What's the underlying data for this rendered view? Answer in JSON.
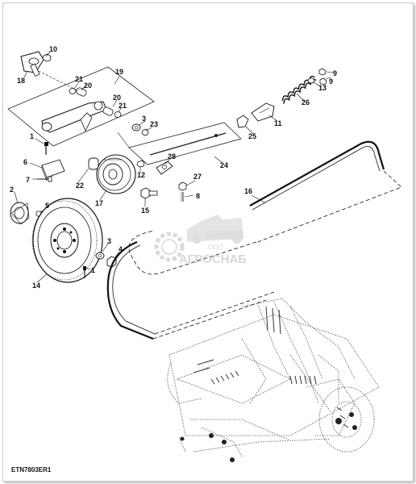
{
  "figure": {
    "reference_code": "ETN7803ER1",
    "watermark": {
      "small": "ООО",
      "brand": "АГРОСНАБ"
    }
  },
  "callouts": [
    {
      "label": "1",
      "part": "screw-1"
    },
    {
      "label": "2",
      "part": "hub-2"
    },
    {
      "label": "3",
      "part": "washer-3"
    },
    {
      "label": "4",
      "part": "bushing-4"
    },
    {
      "label": "5",
      "part": "spring-pin-5"
    },
    {
      "label": "6",
      "part": "bracket-6"
    },
    {
      "label": "7",
      "part": "screw-7"
    },
    {
      "label": "8",
      "part": "pin-8"
    },
    {
      "label": "9",
      "part": "nut-9"
    },
    {
      "label": "10",
      "part": "nut-10"
    },
    {
      "label": "11",
      "part": "rod-end-11"
    },
    {
      "label": "12",
      "part": "nut-12"
    },
    {
      "label": "13",
      "part": "washer-13"
    },
    {
      "label": "14",
      "part": "pulley-14"
    },
    {
      "label": "15",
      "part": "bolt-15"
    },
    {
      "label": "16",
      "part": "belt-16"
    },
    {
      "label": "17",
      "part": "idler-pulley-17"
    },
    {
      "label": "18",
      "part": "pivot-bracket-18"
    },
    {
      "label": "19",
      "part": "idler-arm-assembly-19"
    },
    {
      "label": "20",
      "part": "bushing-20"
    },
    {
      "label": "21",
      "part": "bushing-21"
    },
    {
      "label": "22",
      "part": "spacer-22"
    },
    {
      "label": "23",
      "part": "nut-23"
    },
    {
      "label": "24",
      "part": "rod-24"
    },
    {
      "label": "25",
      "part": "bushing-25"
    },
    {
      "label": "26",
      "part": "spring-26"
    },
    {
      "label": "27",
      "part": "pin-27"
    },
    {
      "label": "28",
      "part": "clip-28"
    }
  ]
}
